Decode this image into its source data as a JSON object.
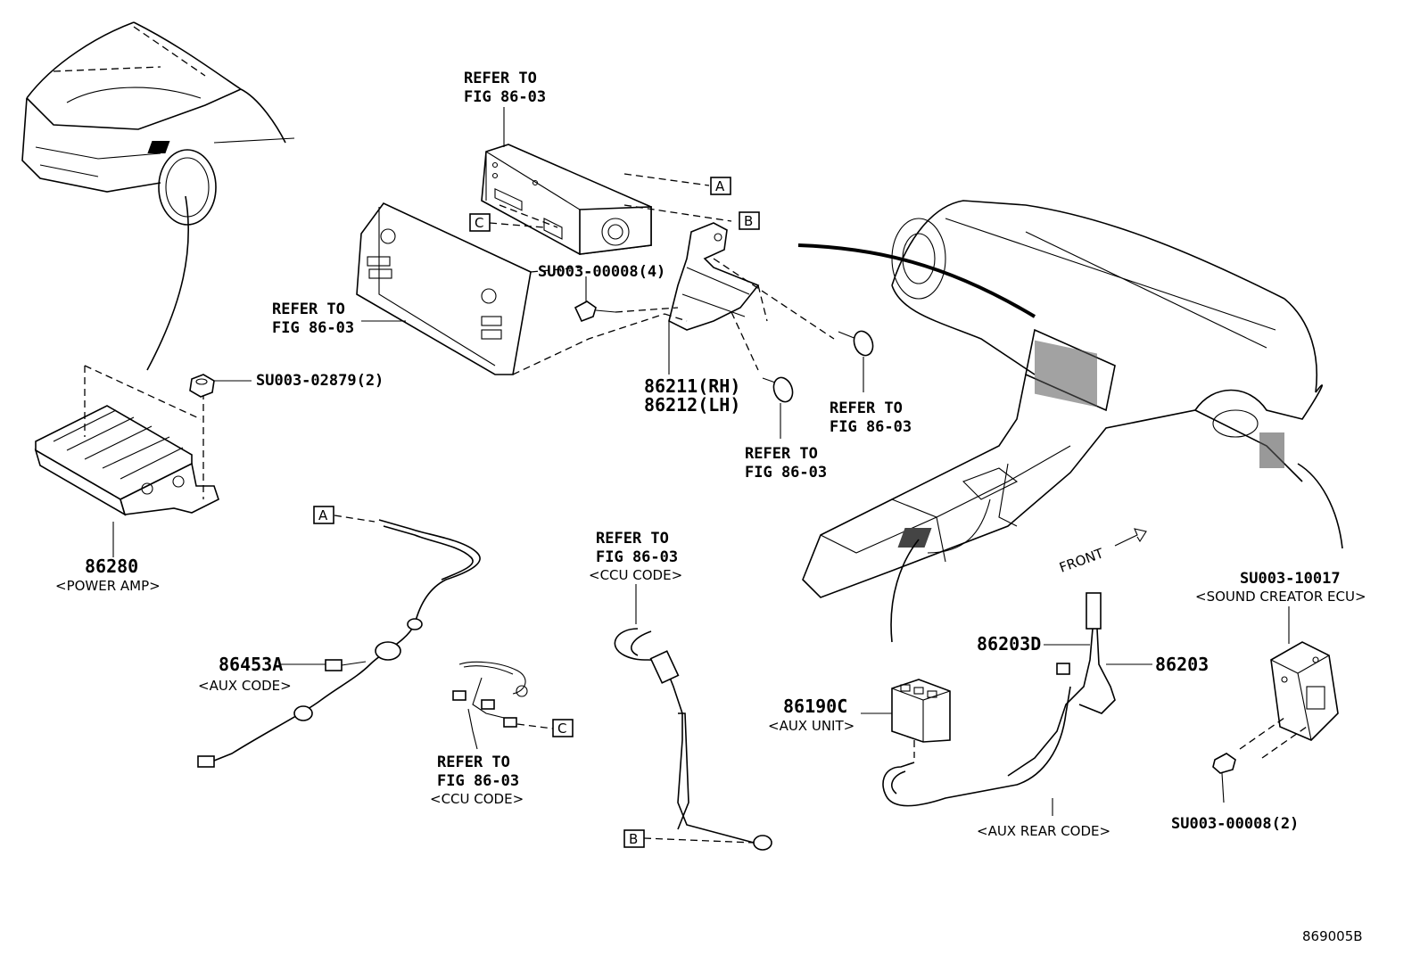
{
  "callouts": {
    "refer_top_1": "REFER TO",
    "refer_top_2": "FIG 86-03",
    "refer_head_1": "REFER TO",
    "refer_head_2": "FIG 86-03",
    "refer_screw_r_1": "REFER TO",
    "refer_screw_r_2": "FIG 86-03",
    "refer_screw_b_1": "REFER TO",
    "refer_screw_b_2": "FIG 86-03",
    "refer_ccu_mid_1": "REFER TO",
    "refer_ccu_mid_2": "FIG 86-03",
    "refer_ccu_mid_3": "<CCU CODE>",
    "refer_ccu_left_1": "REFER TO",
    "refer_ccu_left_2": "FIG 86-03",
    "refer_ccu_left_3": "<CCU CODE>"
  },
  "parts": {
    "su003_00008_4": "SU003-00008(4)",
    "su003_02879_2": "SU003-02879(2)",
    "p86211": "86211(RH)",
    "p86212": "86212(LH)",
    "p86280": "86280",
    "p86280_desc": "<POWER AMP>",
    "p86453a": "86453A",
    "p86453a_desc": "<AUX CODE>",
    "p86203d": "86203D",
    "p86203": "86203",
    "p86190c": "86190C",
    "p86190c_desc": "<AUX UNIT>",
    "aux_rear_desc": "<AUX REAR CODE>",
    "su003_10017": "SU003-10017",
    "su003_10017_desc": "<SOUND CREATOR ECU>",
    "su003_00008_2": "SU003-00008(2)"
  },
  "refs": {
    "a": "A",
    "b": "B",
    "c": "C"
  },
  "front_label": "FRONT",
  "figure_id": "869005B"
}
